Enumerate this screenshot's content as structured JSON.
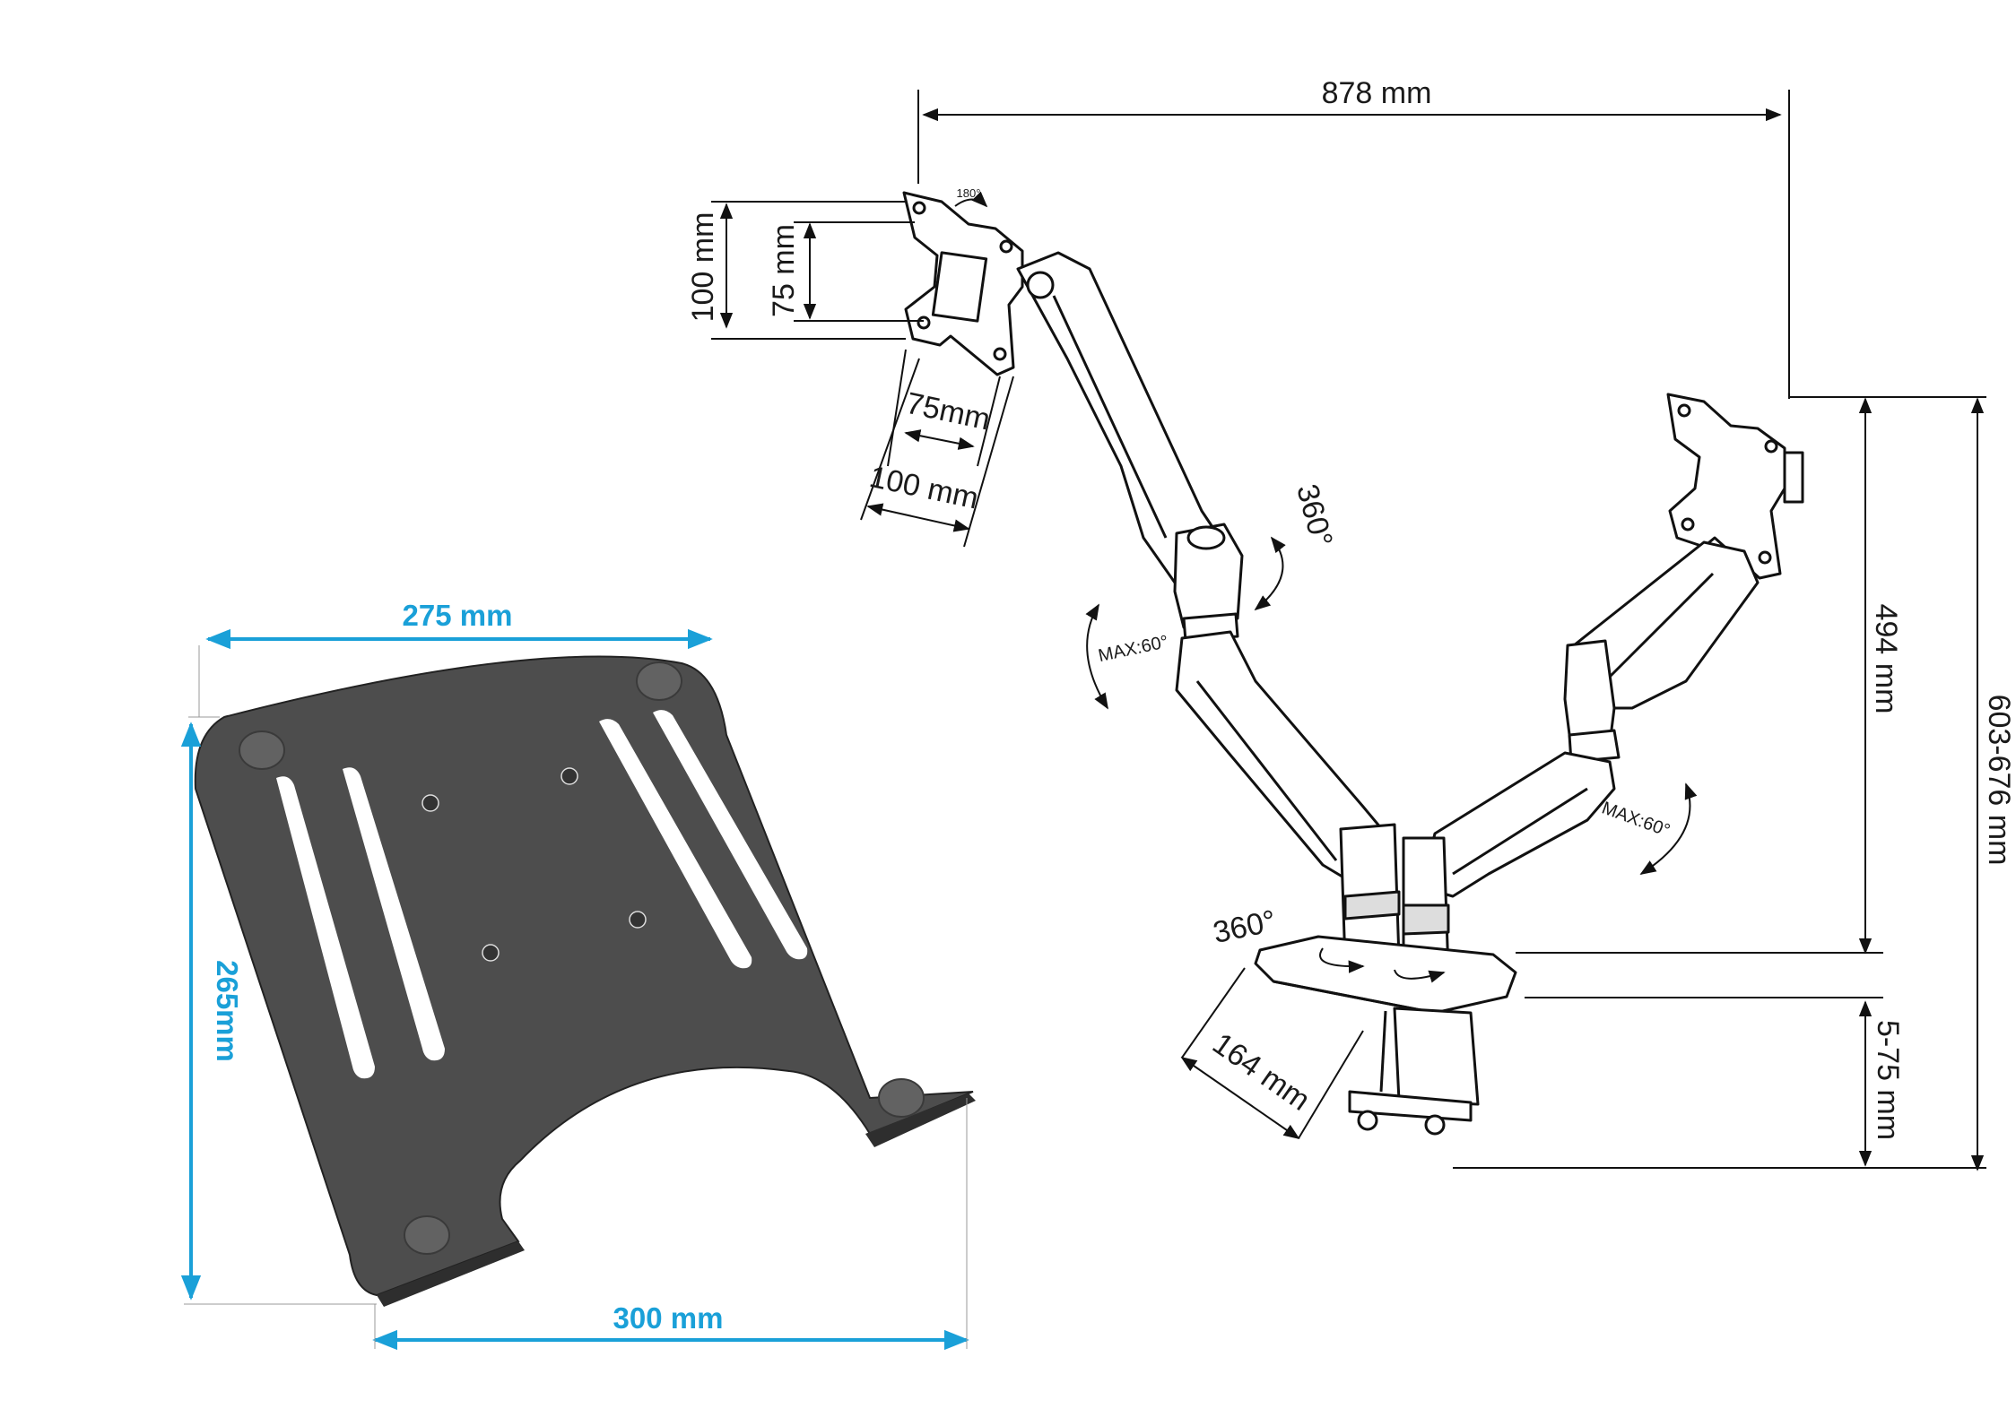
{
  "colors": {
    "accent": "#1aa0d8",
    "line": "#111111",
    "plate": "#4d4d4d",
    "pad": "#5e5e5e"
  },
  "arm_dims": {
    "width": "878 mm",
    "vesa_h_outer": "100 mm",
    "vesa_h_inner": "75 mm",
    "vesa_w_inner": "75mm",
    "vesa_w_outer": "100 mm",
    "rotate_head": "180°",
    "swivel_top": "360°",
    "tilt_left": "MAX:60°",
    "tilt_right": "MAX:60°",
    "swivel_base": "360°",
    "base_depth": "164 mm",
    "height_arm": "494 mm",
    "height_total": "603-676 mm",
    "clamp_range": "5-75 mm"
  },
  "tray_dims": {
    "top_width": "275 mm",
    "depth": "265mm",
    "bottom_width": "300 mm"
  }
}
